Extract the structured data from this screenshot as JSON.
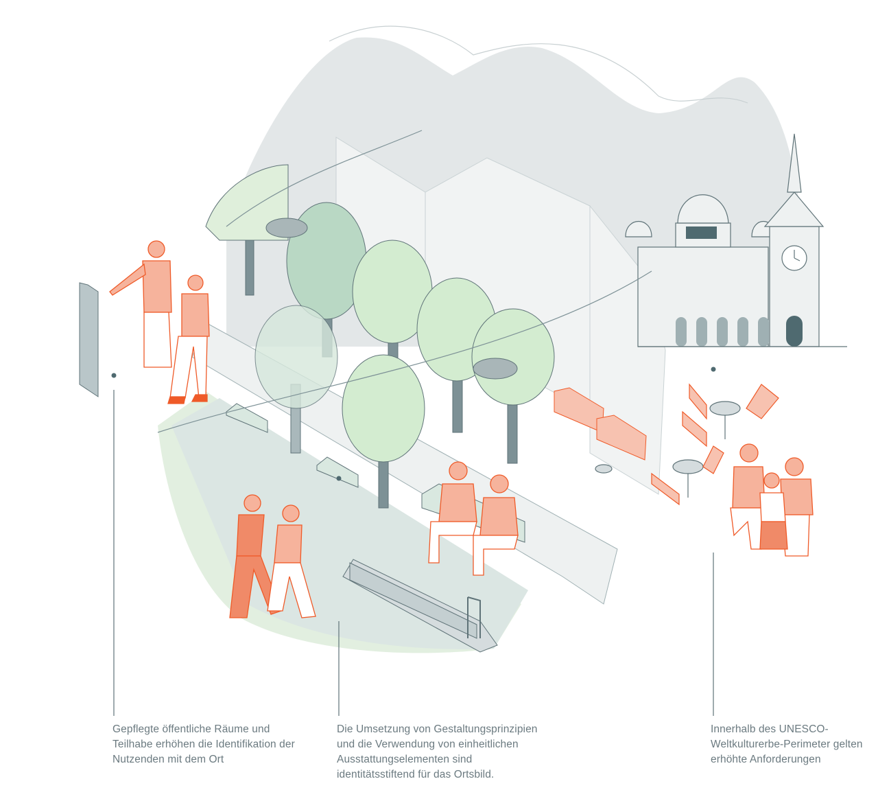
{
  "captions": [
    {
      "text": "Gepflegte öffentliche Räume und\nTeilhabe erhöhen die Identifikation der\nNutzenden mit dem Ort"
    },
    {
      "text": "Die Umsetzung von Gestaltungsprinzipien\nund die Verwendung von einheitlichen\nAusstattungselementen sind\nidentitätsstiftend für das Ortsbild."
    },
    {
      "text": "Innerhalb des UNESCO-\nWeltkulturerbe-Perimeter gelten\nerhöhte Anforderungen"
    }
  ],
  "colors": {
    "mountain": "#e3e7e8",
    "line": "#5f7378",
    "green": "#d3ecd0",
    "tree_dark": "#b9d8c4",
    "person_fill": "#f6b39c",
    "person_accent": "#ef5a28",
    "building": "#f1f3f3",
    "caption_text": "#6b7a80"
  }
}
